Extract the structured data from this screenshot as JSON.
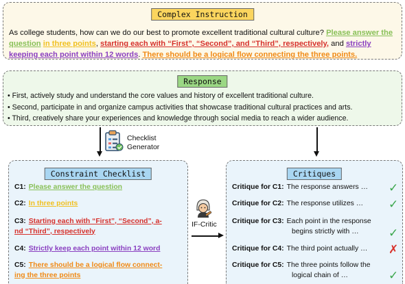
{
  "instruction": {
    "title": "Complex Instruction",
    "q": "As college students, how can we do our best to promote excellent traditional cultural culture?",
    "c1": "Please answer the question",
    "c2": "in three points",
    "c3": "starting each with “First”, “Second”, and “Third”, respectively,",
    "and": "and",
    "c4": "strictly keeping each point within 12 words",
    "c5": "There should be a logical flow connecting the three points."
  },
  "response": {
    "title": "Response",
    "lines": [
      "• First, actively study and understand the core values and history of excellent traditional culture.",
      "• Second, participate in and organize campus activities that showcase traditional cultural practices and arts.",
      "• Third, creatively share your experiences and knowledge through social media to reach a wider audience."
    ]
  },
  "generator": {
    "line1": "Checklist",
    "line2": "Generator"
  },
  "checklist": {
    "title": "Constraint Checklist",
    "items": [
      {
        "id": "C1:",
        "text": "Please answer the question",
        "color": "#88c057"
      },
      {
        "id": "C2:",
        "text": "In three points",
        "color": "#f0c020"
      },
      {
        "id": "C3:",
        "text1": "Starting each with “First”, “Second”, a-",
        "text2": "nd “Third”, respectively",
        "color": "#d6302b"
      },
      {
        "id": "C4:",
        "text": "Strictly keep each point within 12 word",
        "color": "#8a3fc0"
      },
      {
        "id": "C5:",
        "text1": "There should be a logical flow connect-",
        "text2": "ing the three points",
        "color": "#f08a16"
      }
    ]
  },
  "critic": {
    "label": "IF-Critic"
  },
  "critiques": {
    "title": "Critiques",
    "items": [
      {
        "label": "Critique for C1:",
        "text": "The response answers …",
        "verdict": "pass"
      },
      {
        "label": "Critique for C2:",
        "text": "The response utilizes …",
        "verdict": "pass"
      },
      {
        "label": "Critique for C3:",
        "text1": "Each point in the response",
        "text2": "begins strictly with …",
        "verdict": "pass"
      },
      {
        "label": "Critique for C4:",
        "text": "The third point actually …",
        "verdict": "fail"
      },
      {
        "label": "Critique for C5:",
        "text1": "The three points follow the",
        "text2": "logical chain of …",
        "verdict": "pass"
      }
    ],
    "tick": "✓",
    "cross": "✗"
  },
  "colors": {
    "instruction_bg": "#fdf8e8",
    "instruction_pill": "#fbd55e",
    "response_bg": "#eef8ea",
    "response_pill": "#9bd884",
    "checklist_bg": "#eaf4fb",
    "checklist_pill": "#a9d6f2",
    "critique_bg": "#eaf4fb",
    "critique_pill": "#a9d6f2"
  }
}
